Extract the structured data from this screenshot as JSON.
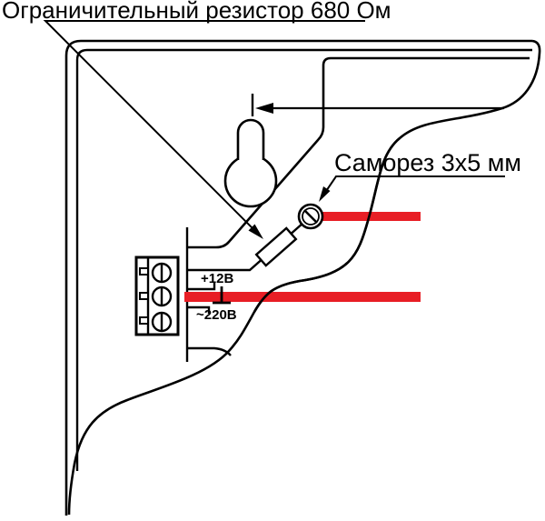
{
  "callouts": {
    "resistor": {
      "label": "Ограничительный резистор 680 Ом"
    },
    "screw": {
      "label": "Саморез 3х5 мм"
    }
  },
  "terminal_labels": {
    "plus_12v": "+12В",
    "ac_220v": "~220В"
  },
  "icons": {
    "ground": "⊥",
    "screw_head": "⊘"
  },
  "colors": {
    "wire_red": "#E81E25",
    "line": "#000000",
    "background": "#FFFFFF"
  }
}
